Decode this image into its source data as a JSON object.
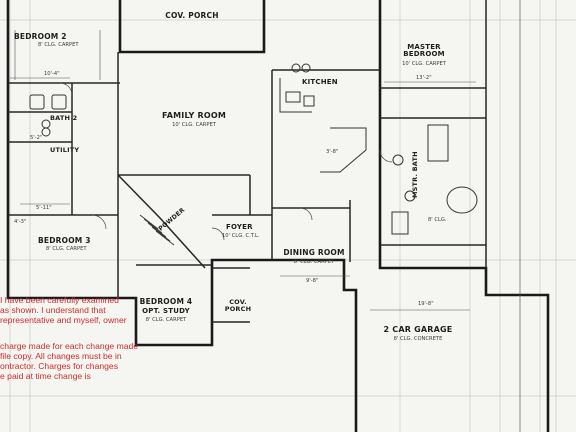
{
  "rooms": {
    "cov_porch_top": {
      "name": "COV. PORCH"
    },
    "bedroom2": {
      "name": "BEDROOM 2",
      "specs": "8' CLG.   CARPET"
    },
    "bath2": {
      "name": "BATH 2"
    },
    "utility": {
      "name": "UTILITY"
    },
    "family_room": {
      "name": "FAMILY ROOM",
      "specs": "10' CLG.   CARPET"
    },
    "kitchen": {
      "name": "KITCHEN"
    },
    "master_bedroom": {
      "name": "MASTER BEDROOM",
      "specs": "10' CLG.   CARPET"
    },
    "mstr_bath": {
      "name": "MSTR. BATH",
      "specs": "8' CLG."
    },
    "bedroom3": {
      "name": "BEDROOM 3",
      "specs": "8' CLG.   CARPET"
    },
    "powder": {
      "name": "POWDER"
    },
    "foyer": {
      "name": "FOYER",
      "specs": "10' CLG. C.T.L."
    },
    "dining_room": {
      "name": "DINING ROOM",
      "specs": "8' CLG.   CARPET"
    },
    "bedroom4": {
      "name": "BEDROOM 4",
      "subname": "OPT. STUDY",
      "specs": "8' CLG.   CARPET"
    },
    "cov_porch_front": {
      "name": "COV. PORCH"
    },
    "garage": {
      "name": "2 CAR GARAGE",
      "specs": "8' CLG.   CONCRETE"
    }
  },
  "dimensions": {
    "bedroom2": "10'-4\"",
    "bath2": "5'-2\"",
    "utility": "5'-11\"",
    "dining": "9'-8\"",
    "master": "13'-2\"",
    "garage": "19'-8\"",
    "bed3": "4'-3\"",
    "kitchen": "3'-8\""
  },
  "notes": [
    "I have been carefully examined",
    "as shown.  I understand that",
    "representative and myself, owner",
    "",
    "charge made for each change made",
    "file copy.  All changes must be in",
    "ontractor.  Charges for changes",
    "e paid at time change is"
  ],
  "colors": {
    "paper": "#f5f5f2",
    "ink": "#1e1e1e",
    "note": "#cf2c2c"
  }
}
